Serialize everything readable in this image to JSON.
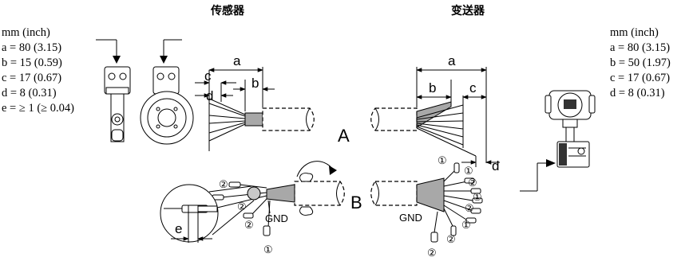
{
  "headings": {
    "sensor": "传感器",
    "transmitter": "变送器"
  },
  "left_specs": [
    "mm (inch)",
    "a = 80 (3.15)",
    "b = 15 (0.59)",
    "c = 17 (0.67)",
    "d = 8 (0.31)",
    "e = ≥ 1 (≥ 0.04)"
  ],
  "right_specs": [
    "mm (inch)",
    "a = 80 (3.15)",
    "b = 50 (1.97)",
    "c = 17 (0.67)",
    "d = 8 (0.31)"
  ],
  "dims": {
    "a": "a",
    "b": "b",
    "c": "c",
    "d": "d",
    "e": "e"
  },
  "sections": {
    "A": "A",
    "B": "B"
  },
  "callouts": {
    "one": "①",
    "two": "②"
  },
  "gnd": "GND"
}
